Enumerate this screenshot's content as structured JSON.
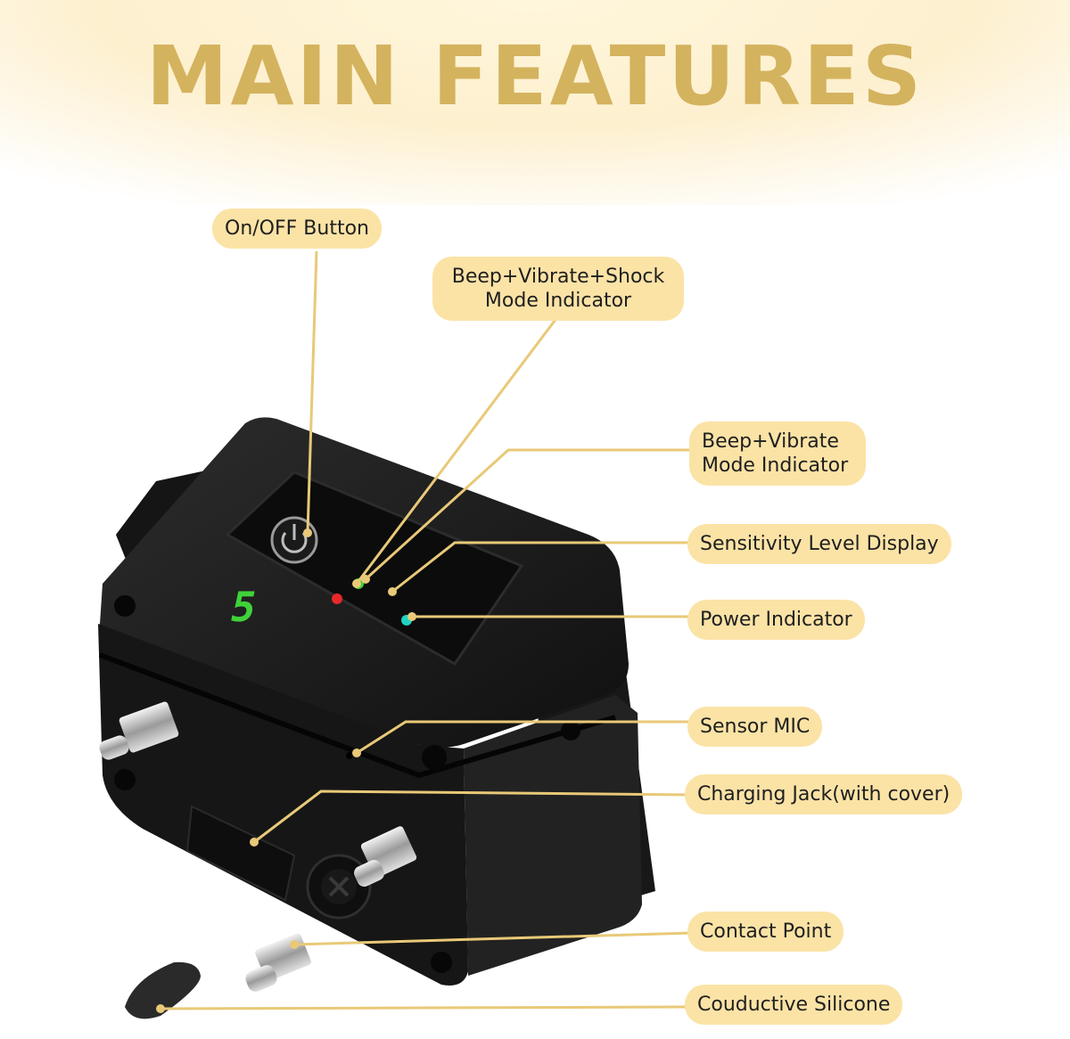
{
  "title": "MAIN FEATURES",
  "labels": {
    "onoff": "On/OFF Button",
    "bvs_line1": "Beep+Vibrate+Shock",
    "bvs_line2": "Mode Indicator",
    "bv_line1": "Beep+Vibrate",
    "bv_line2": "Mode Indicator",
    "sensitivity": "Sensitivity Level Display",
    "power": "Power Indicator",
    "mic": "Sensor MIC",
    "charging": "Charging Jack(with cover)",
    "contact": "Contact Point",
    "silicone": "Couductive Silicone"
  },
  "display_digit": "5",
  "colors": {
    "title": "#d4b35e",
    "pill": "#fbe3a6",
    "leader": "#e9c978",
    "device": "#1c1c1c",
    "led_red": "#e8282a",
    "led_green": "#3fd23a",
    "led_cyan": "#22d3c4"
  }
}
